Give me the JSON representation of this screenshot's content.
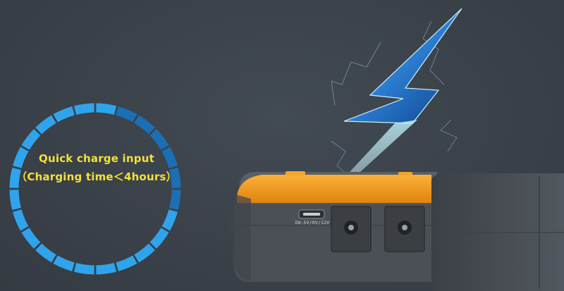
{
  "feature": {
    "title": "Quick charge input",
    "subtitle": "（Charging time＜4hours）",
    "text_color": "#f4e03a"
  },
  "ring": {
    "color_light": "#2fa4ec",
    "color_dark": "#1b6fb5",
    "segments": 24
  },
  "device": {
    "port_label": "IN:5V/9V/12V",
    "body_color": "#4a4f55",
    "accent_color": "#f29a1c"
  },
  "bolt": {
    "color": "#2e84d8"
  }
}
